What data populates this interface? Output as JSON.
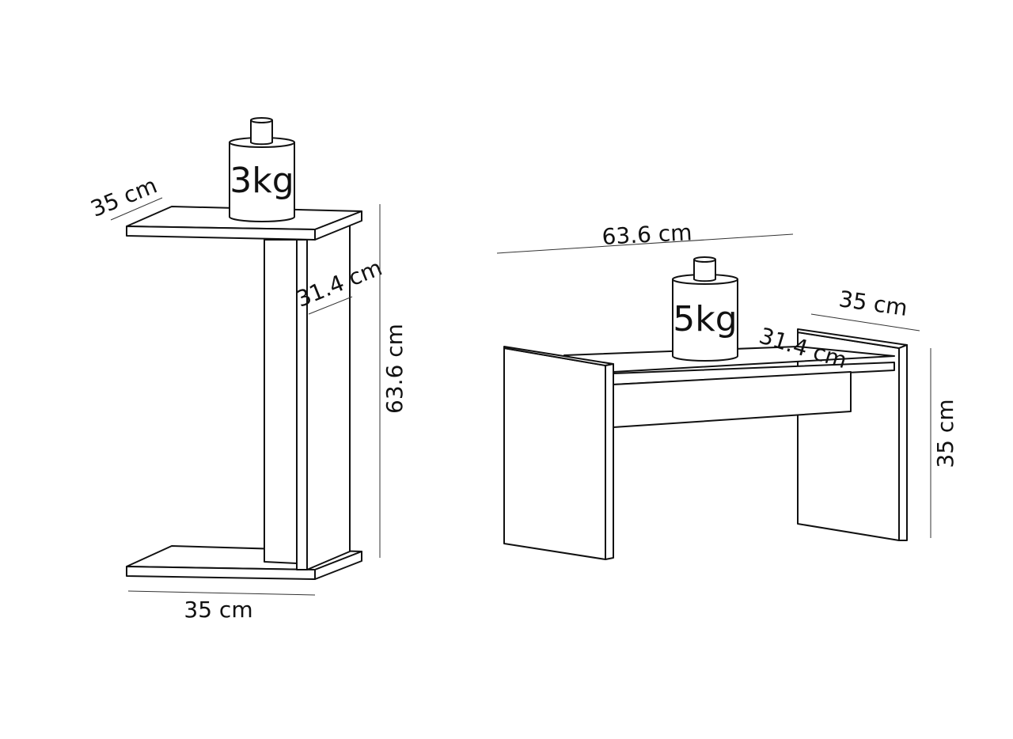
{
  "side_table": {
    "weight_label": "3kg",
    "depth_top_label": "35 cm",
    "panel_depth_label": "31.4 cm",
    "height_label": "63.6 cm",
    "width_bottom_label": "35 cm"
  },
  "bench": {
    "weight_label": "5kg",
    "length_label": "63.6 cm",
    "depth_label": "35 cm",
    "inner_depth_label": "31.4 cm",
    "height_label": "35 cm"
  },
  "colors": {
    "line": "#111111",
    "fill": "#ffffff"
  }
}
